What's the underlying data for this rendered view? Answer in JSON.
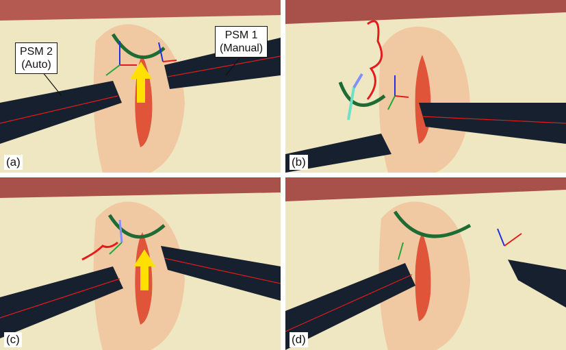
{
  "panels": [
    {
      "label": "(a)"
    },
    {
      "label": "(b)"
    },
    {
      "label": "(c)"
    },
    {
      "label": "(d)"
    }
  ],
  "callouts": {
    "psm2": {
      "line1": "PSM 2",
      "line2": "(Auto)"
    },
    "psm1": {
      "line1": "PSM 1",
      "line2": "(Manual)"
    }
  },
  "colors": {
    "tissue_bg": "#a8504a",
    "pad": "#efe6c2",
    "skin": "#f0c9a3",
    "incision": "#e0553a",
    "instrument": "#16202e",
    "needle": "#1f6b34",
    "arrow_yellow": "#ffe000",
    "arrow_red": "#e41b1b",
    "axis_x": "#e02020",
    "axis_y": "#22a83a",
    "axis_z": "#2030e0"
  }
}
